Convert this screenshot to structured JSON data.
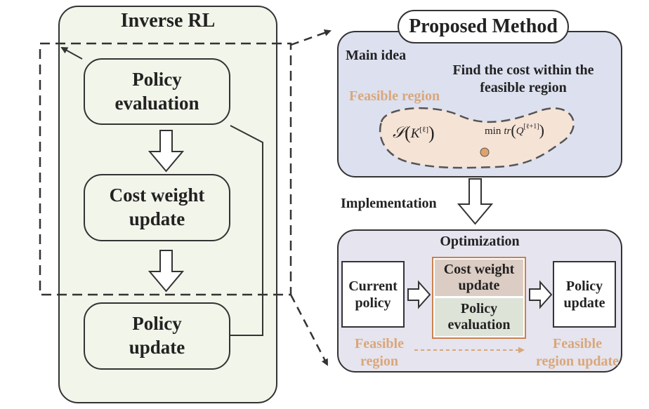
{
  "inverse_rl": {
    "title": "Inverse RL",
    "policy_evaluation": [
      "Policy",
      "evaluation"
    ],
    "cost_weight_update": [
      "Cost weight",
      "update"
    ],
    "policy_update": [
      "Policy",
      "update"
    ]
  },
  "proposed": {
    "title": "Proposed Method",
    "main_idea": "Main idea",
    "find_cost": [
      "Find the cost within the",
      "feasible region"
    ],
    "feasible_region": "Feasible region",
    "set_label": "𝒮(K[ℓ])",
    "min_label": "min tr(Q[ℓ+1])"
  },
  "implementation": "Implementation",
  "optimization": {
    "title": "Optimization",
    "current_policy": [
      "Current",
      "policy"
    ],
    "cost_weight_update": [
      "Cost weight",
      "update"
    ],
    "policy_evaluation": [
      "Policy",
      "evaluation"
    ],
    "policy_update": [
      "Policy",
      "update"
    ],
    "feasible_region": [
      "Feasible",
      "region"
    ],
    "feasible_region_update": [
      "Feasible",
      "region update"
    ]
  },
  "colors": {
    "left_panel": "#f1f5ea",
    "proposed_panel": "#dde0ef",
    "optimization_panel": "#e6e4ee",
    "feasible_fill": "#f5e3d6",
    "accent_orange": "#d9a77b",
    "cost_cell": "#dccdc4",
    "eval_cell": "#dee3d8"
  }
}
